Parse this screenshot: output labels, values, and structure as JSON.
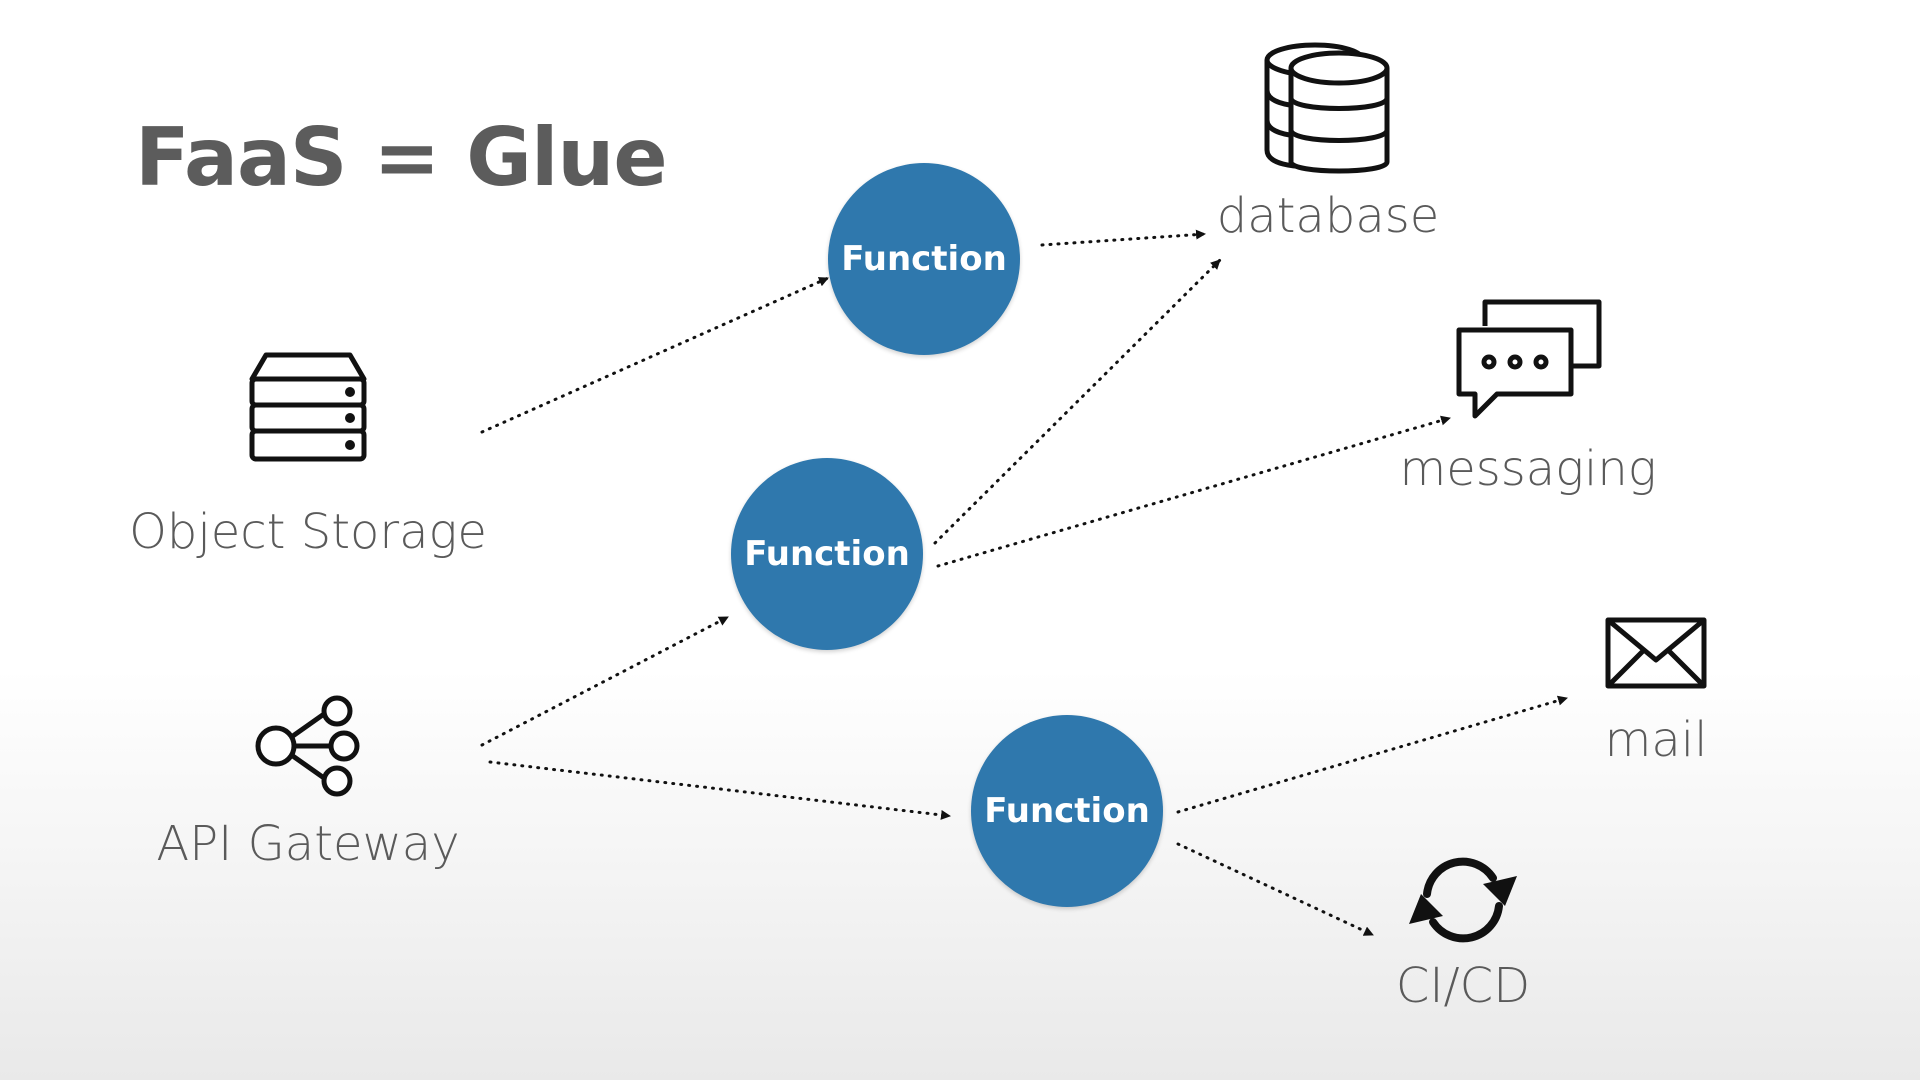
{
  "slide": {
    "title": "FaaS = Glue",
    "function_label": "Function",
    "sources": [
      {
        "label": "Object Storage",
        "icon": "server-icon"
      },
      {
        "label": "API Gateway",
        "icon": "share-nodes-icon"
      }
    ],
    "targets": [
      {
        "label": "database",
        "icon": "database-icon"
      },
      {
        "label": "messaging",
        "icon": "chat-bubbles-icon"
      },
      {
        "label": "mail",
        "icon": "envelope-icon"
      },
      {
        "label": "CI/CD",
        "icon": "sync-arrows-icon"
      }
    ],
    "colors": {
      "function_fill": "#2f78ad",
      "title_text": "#5c5c5c",
      "label_text": "#5a5a5a"
    }
  }
}
